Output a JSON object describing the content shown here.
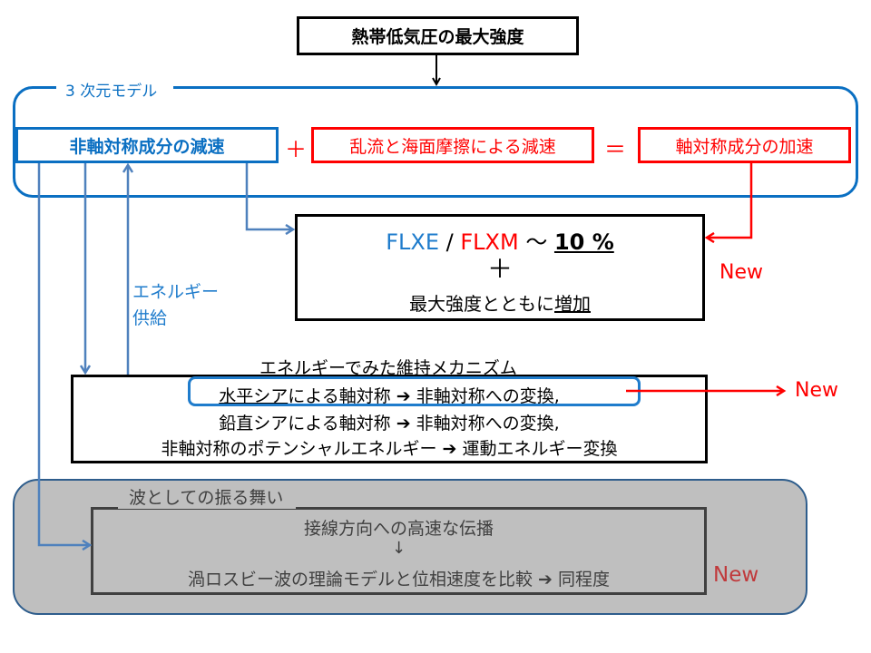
{
  "title": "熱帯低気圧の最大強度",
  "model_group": {
    "label": "3 次元モデル",
    "asym_decel": "非軸対称成分の減速",
    "plus": "＋",
    "turb_decel": "乱流と海面摩擦による減速",
    "equals": "＝",
    "sym_accel": "軸対称成分の加速"
  },
  "flux_box": {
    "flxe": "FLXE",
    "slash": " / ",
    "flxm": "FLXM",
    "approx": " 〜 ",
    "percent": "10 %",
    "plus": "＋",
    "line3_prefix": "最大強度とともに",
    "line3_emph": "増加"
  },
  "energy_supply": [
    "エネルギー",
    "供給"
  ],
  "mechanism": {
    "heading": "エネルギーでみた維持メカニズム",
    "line1_under": "水平シア",
    "line1_rest": "による軸対称 ➔ 非軸対称への変換,",
    "line2": "鉛直シアによる軸対称 ➔ 非軸対称への変換,",
    "line3": "非軸対称のポテンシャルエネルギー ➔ 運動エネルギー変換"
  },
  "wave": {
    "label": "波としての振る舞い",
    "line1": "接線方向への高速な伝播",
    "arrow": "↓",
    "line3": "渦ロスビー波の理論モデルと位相速度を比較 ➔ 同程度"
  },
  "new_tags": [
    "New",
    "New",
    "New"
  ],
  "colors": {
    "blue": "#0a6fc2",
    "arrow_blue": "#4f81bd",
    "red": "#ff0000",
    "gray_panel": "#bfbfbf",
    "new_dark_red": "#c0393b"
  }
}
